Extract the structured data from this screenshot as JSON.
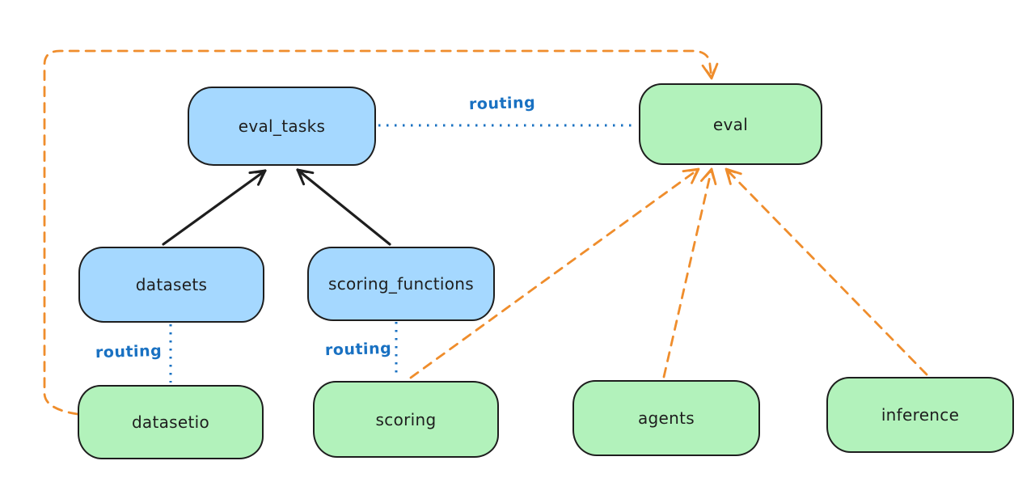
{
  "diagram_title": "",
  "colors": {
    "background": "#ffffff",
    "stroke": "#1e1e1e",
    "blue_fill": "#a5d8ff",
    "green_fill": "#b2f2bb",
    "orange": "#ef8d2c",
    "routing_blue": "#1971c2"
  },
  "nodes": [
    {
      "id": "eval_tasks",
      "label": "eval_tasks",
      "color": "blue"
    },
    {
      "id": "eval",
      "label": "eval",
      "color": "green"
    },
    {
      "id": "datasets",
      "label": "datasets",
      "color": "blue"
    },
    {
      "id": "scoring_functions",
      "label": "scoring_functions",
      "color": "blue"
    },
    {
      "id": "datasetio",
      "label": "datasetio",
      "color": "green"
    },
    {
      "id": "scoring",
      "label": "scoring",
      "color": "green"
    },
    {
      "id": "agents",
      "label": "agents",
      "color": "green"
    },
    {
      "id": "inference",
      "label": "inference",
      "color": "green"
    }
  ],
  "edges": [
    {
      "from": "datasets",
      "to": "eval_tasks",
      "style": "solid",
      "color": "black",
      "arrow": true,
      "label": ""
    },
    {
      "from": "scoring_functions",
      "to": "eval_tasks",
      "style": "solid",
      "color": "black",
      "arrow": true,
      "label": ""
    },
    {
      "from": "eval_tasks",
      "to": "eval",
      "style": "dotted",
      "color": "blue",
      "arrow": false,
      "label": "routing"
    },
    {
      "from": "datasets",
      "to": "datasetio",
      "style": "dotted",
      "color": "blue",
      "arrow": false,
      "label": "routing"
    },
    {
      "from": "scoring_functions",
      "to": "scoring",
      "style": "dotted",
      "color": "blue",
      "arrow": false,
      "label": "routing"
    },
    {
      "from": "datasetio",
      "to": "eval",
      "style": "dashed",
      "color": "orange",
      "arrow": true,
      "label": ""
    },
    {
      "from": "scoring",
      "to": "eval",
      "style": "dashed",
      "color": "orange",
      "arrow": true,
      "label": ""
    },
    {
      "from": "agents",
      "to": "eval",
      "style": "dashed",
      "color": "orange",
      "arrow": true,
      "label": ""
    },
    {
      "from": "inference",
      "to": "eval",
      "style": "dashed",
      "color": "orange",
      "arrow": true,
      "label": ""
    }
  ]
}
